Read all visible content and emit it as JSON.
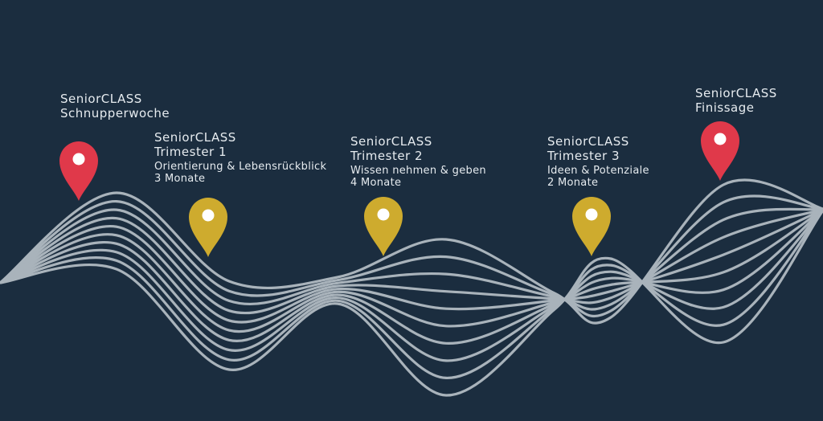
{
  "colors": {
    "background": "#1b2d3f",
    "wave_lines": "#a9b3bb",
    "pin_red": "#e0394a",
    "pin_gold": "#ceab2e",
    "text": "#e6ebef"
  },
  "milestones": [
    {
      "title": "SeniorCLASS",
      "subtitle": "Schnupperwoche",
      "description": "",
      "duration": "",
      "pin_color": "red",
      "icon": "map-pin-icon"
    },
    {
      "title": "SeniorCLASS",
      "subtitle": "Trimester 1",
      "description": "Orientierung & Lebensrückblick",
      "duration": "3 Monate",
      "pin_color": "gold",
      "icon": "map-pin-icon"
    },
    {
      "title": "SeniorCLASS",
      "subtitle": "Trimester 2",
      "description": "Wissen nehmen & geben",
      "duration": "4 Monate",
      "pin_color": "gold",
      "icon": "map-pin-icon"
    },
    {
      "title": "SeniorCLASS",
      "subtitle": "Trimester 3",
      "description": "Ideen & Potenziale",
      "duration": "2 Monate",
      "pin_color": "gold",
      "icon": "map-pin-icon"
    },
    {
      "title": "SeniorCLASS",
      "subtitle": "Finissage",
      "description": "",
      "duration": "",
      "pin_color": "red",
      "icon": "map-pin-icon"
    }
  ]
}
